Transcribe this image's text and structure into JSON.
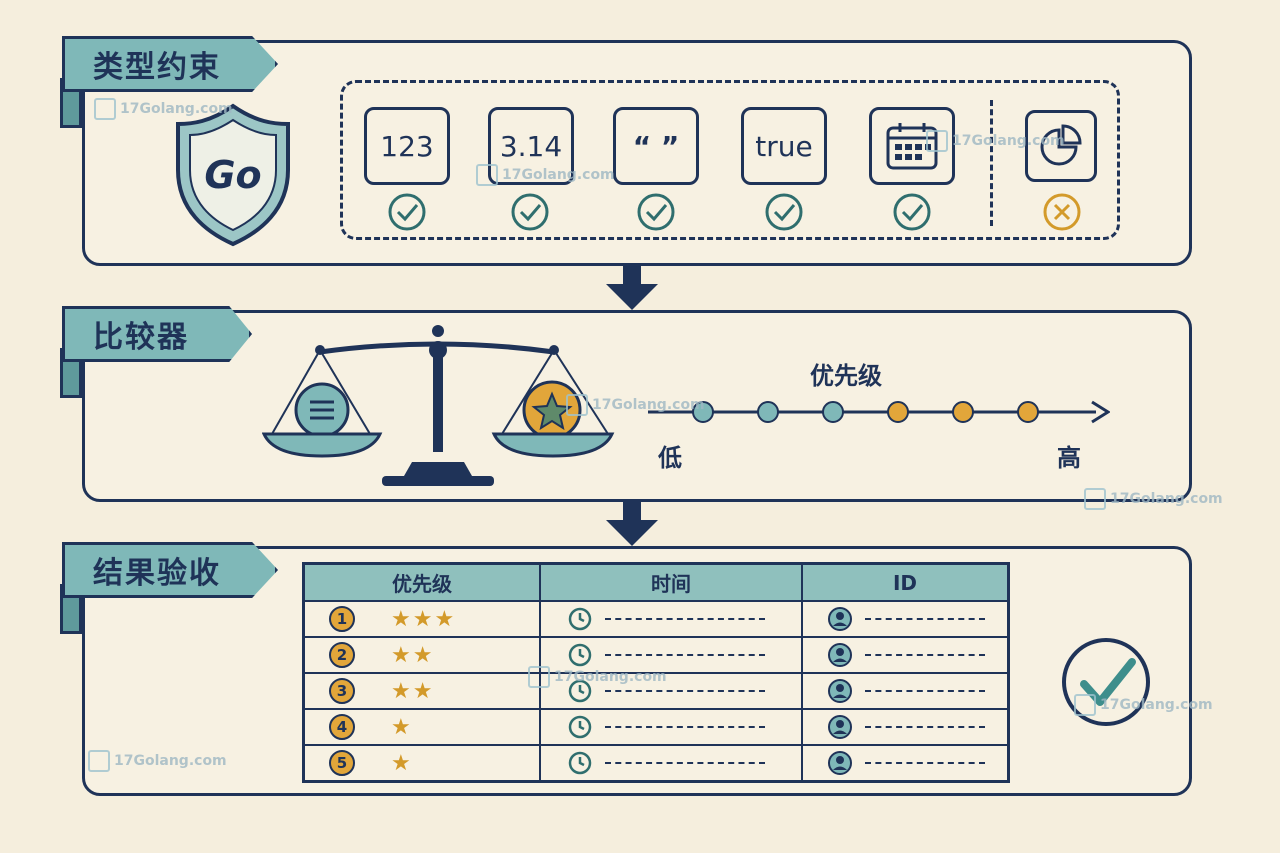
{
  "sections": {
    "types": {
      "title": "类型约束"
    },
    "comparator": {
      "title": "比较器"
    },
    "result": {
      "title": "结果验收"
    }
  },
  "shield": {
    "label": "Go"
  },
  "type_samples": [
    {
      "label": "123",
      "status": "accepted"
    },
    {
      "label": "3.14",
      "status": "accepted"
    },
    {
      "label": "“ ”",
      "status": "accepted"
    },
    {
      "label": "true",
      "status": "accepted"
    },
    {
      "label": "",
      "icon": "calendar-icon",
      "status": "accepted"
    },
    {
      "label": "",
      "icon": "pie-chart-icon",
      "status": "rejected"
    }
  ],
  "priority": {
    "title": "优先级",
    "low": "低",
    "high": "高",
    "dots": [
      "teal",
      "teal",
      "teal",
      "orange",
      "orange",
      "orange"
    ]
  },
  "table": {
    "headers": [
      "优先级",
      "时间",
      "ID"
    ],
    "rows": [
      {
        "rank": "1",
        "stars": "★★★"
      },
      {
        "rank": "2",
        "stars": "★★"
      },
      {
        "rank": "3",
        "stars": "★★"
      },
      {
        "rank": "4",
        "stars": "★"
      },
      {
        "rank": "5",
        "stars": "★"
      }
    ]
  },
  "watermark": "17Golang.com",
  "colors": {
    "navy": "#1f3358",
    "teal": "#7fb8b8",
    "orange": "#e2a63a",
    "background": "#f5eedd"
  }
}
